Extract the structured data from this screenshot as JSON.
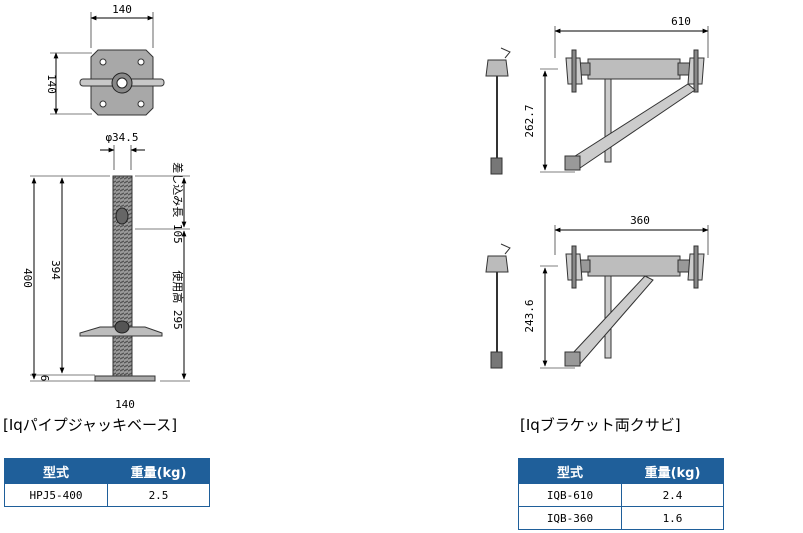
{
  "jack_base": {
    "dim_top_width": "140",
    "dim_plate_height": "140",
    "dim_pipe_dia": "φ34.5",
    "dim_total": "400",
    "dim_screw": "394",
    "dim_base": "6",
    "dim_insert": "差し込み長 105",
    "dim_usable": "使用高 295",
    "dim_bottom_width": "140",
    "caption": "[Iqパイプジャッキベース]",
    "table": {
      "headers": [
        "型式",
        "重量(kg)"
      ],
      "rows": [
        [
          "HPJ5-400",
          "2.5"
        ]
      ]
    }
  },
  "bracket": {
    "dim_610_width": "610",
    "dim_610_height": "262.7",
    "dim_360_width": "360",
    "dim_360_height": "243.6",
    "caption": "[Iqブラケット両クサビ]",
    "table": {
      "headers": [
        "型式",
        "重量(kg)"
      ],
      "rows": [
        [
          "IQB-610",
          "2.4"
        ],
        [
          "IQB-360",
          "1.6"
        ]
      ]
    }
  }
}
